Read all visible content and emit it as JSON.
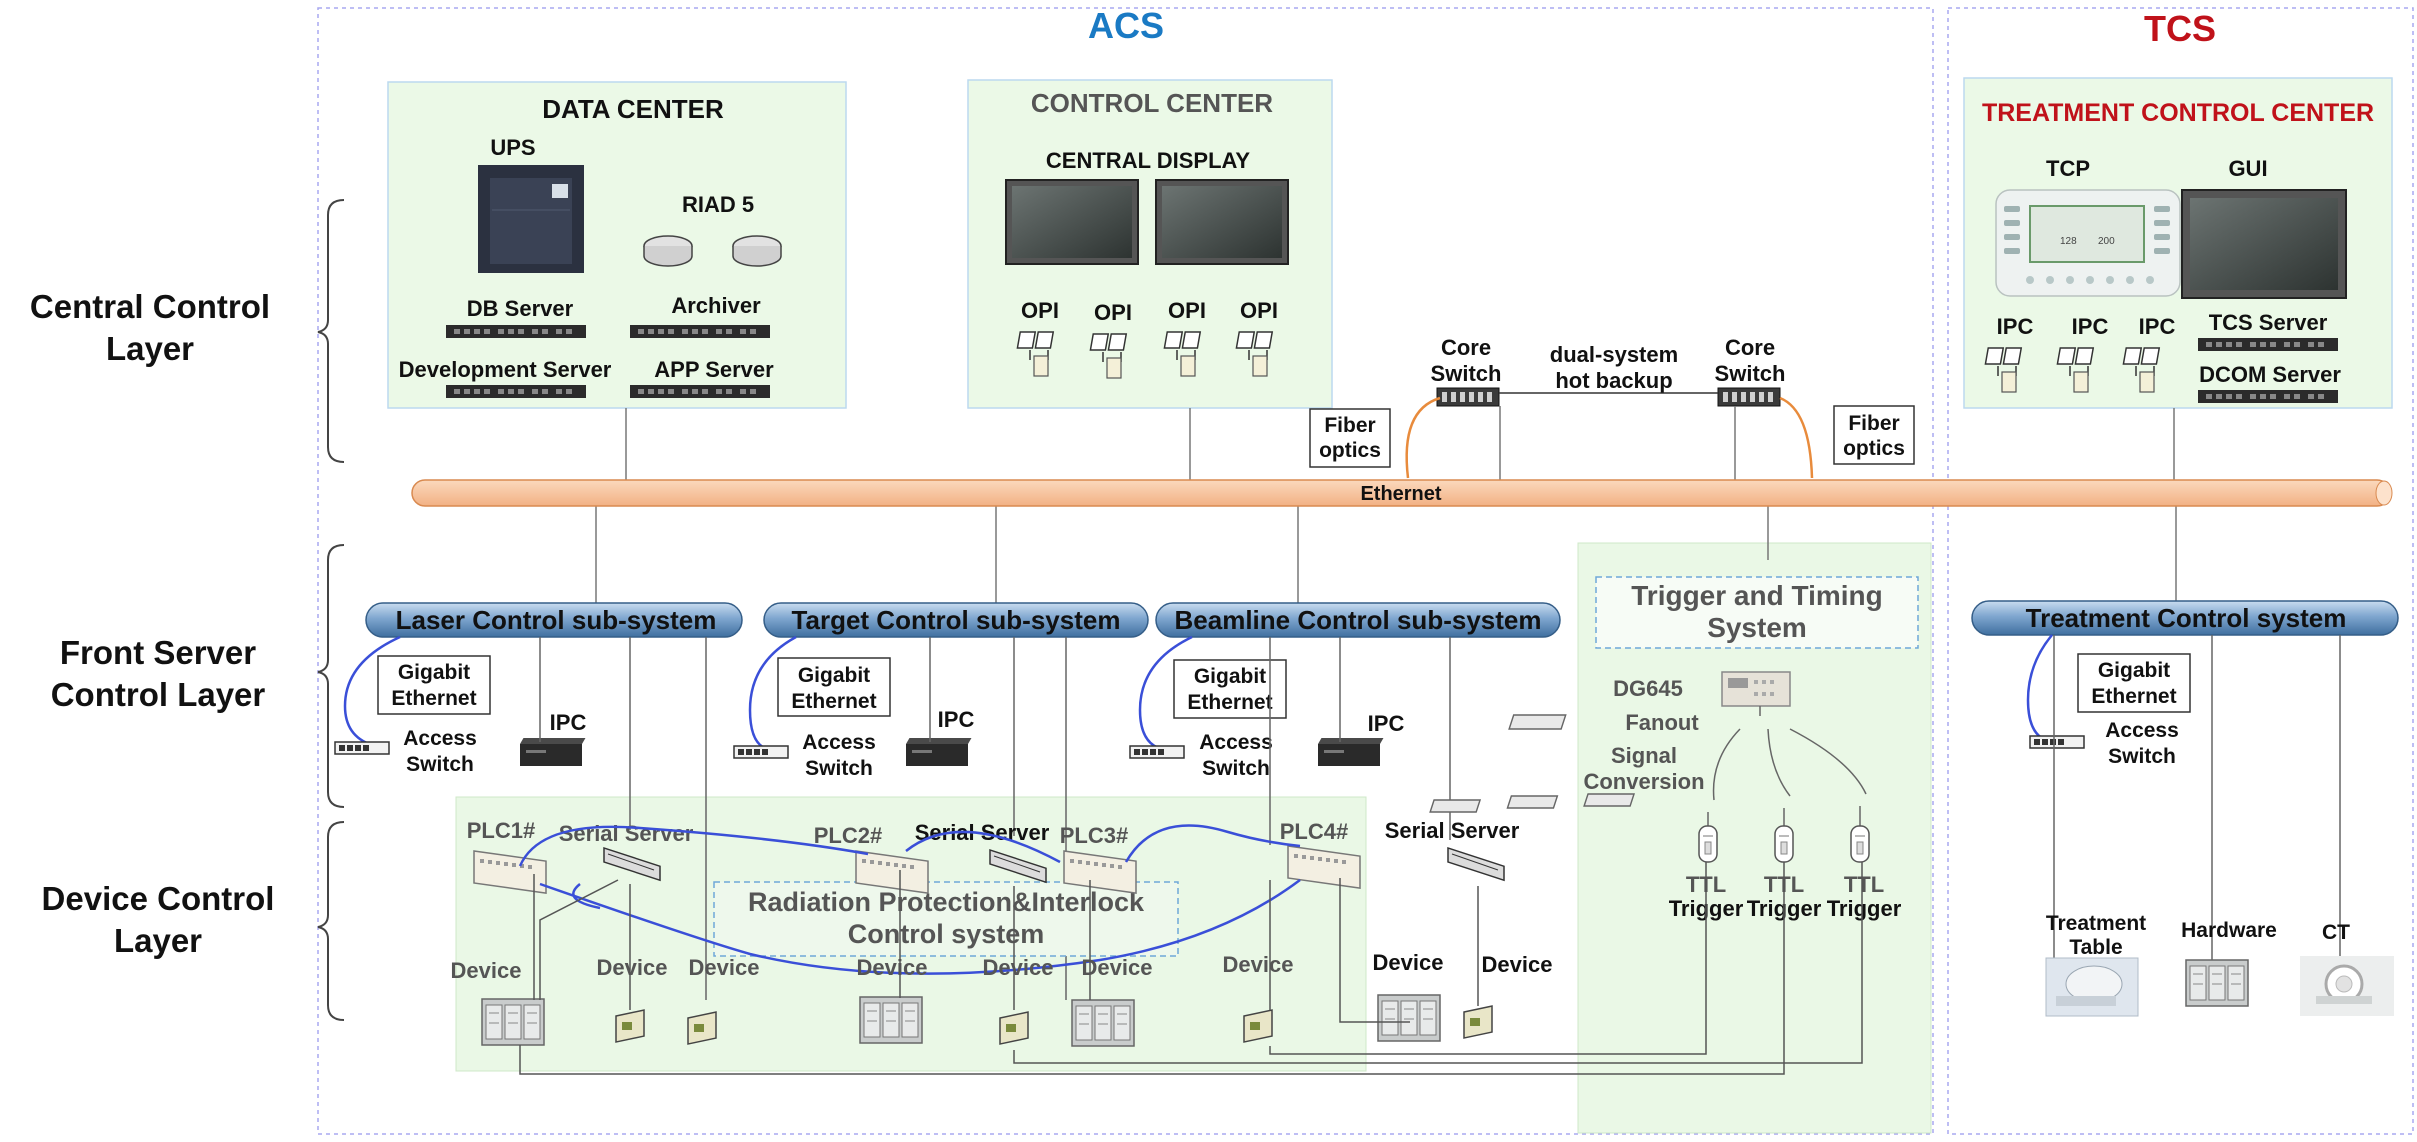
{
  "regions": {
    "acs": {
      "title": "ACS",
      "color": "#1a7ac4"
    },
    "tcs": {
      "title": "TCS",
      "color": "#c0121a"
    }
  },
  "layers": {
    "central": [
      "Central Control",
      "Layer"
    ],
    "front": [
      "Front Server",
      "Control Layer"
    ],
    "device": [
      "Device Control",
      "Layer"
    ]
  },
  "data_center": {
    "title": "DATA CENTER",
    "ups": "UPS",
    "raid": "RIAD 5",
    "db_server": "DB Server",
    "archiver": "Archiver",
    "dev_server": "Development Server",
    "app_server": "APP Server"
  },
  "control_center": {
    "title": "CONTROL CENTER",
    "central_display": "CENTRAL DISPLAY",
    "opi": "OPI"
  },
  "network": {
    "core_switch": [
      "Core",
      "Switch"
    ],
    "dual_backup": [
      "dual-system",
      "hot backup"
    ],
    "fiber_optics": [
      "Fiber",
      "optics"
    ],
    "ethernet": "Ethernet"
  },
  "treatment_center": {
    "title": "TREATMENT CONTROL CENTER",
    "tcp": "TCP",
    "gui": "GUI",
    "ipc": "IPC",
    "tcs_server": "TCS Server",
    "dcom_server": "DCOM Server",
    "tcp_screen_lines": [
      "128",
      "200"
    ]
  },
  "subsystems": {
    "laser": "Laser Control sub-system",
    "target": "Target Control sub-system",
    "beamline": "Beamline Control sub-system",
    "treatment": "Treatment Control system"
  },
  "front": {
    "gigabit": [
      "Gigabit",
      "Ethernet"
    ],
    "access_switch": [
      "Access",
      "Switch"
    ],
    "ipc": "IPC"
  },
  "trigger": {
    "title": [
      "Trigger and Timing",
      "System"
    ],
    "dg645": "DG645",
    "fanout": "Fanout",
    "signal_conversion": [
      "Signal",
      "Conversion"
    ],
    "ttl_trigger": [
      "TTL",
      "Trigger"
    ]
  },
  "devices": {
    "plc1": "PLC1#",
    "plc2": "PLC2#",
    "plc3": "PLC3#",
    "plc4": "PLC4#",
    "serial_server": "Serial Server",
    "device": "Device",
    "radiation": [
      "Radiation Protection&Interlock",
      "Control system"
    ]
  },
  "tcs_devices": {
    "treatment_table": [
      "Treatment",
      "Table"
    ],
    "hardware": "Hardware",
    "ct": "CT"
  }
}
